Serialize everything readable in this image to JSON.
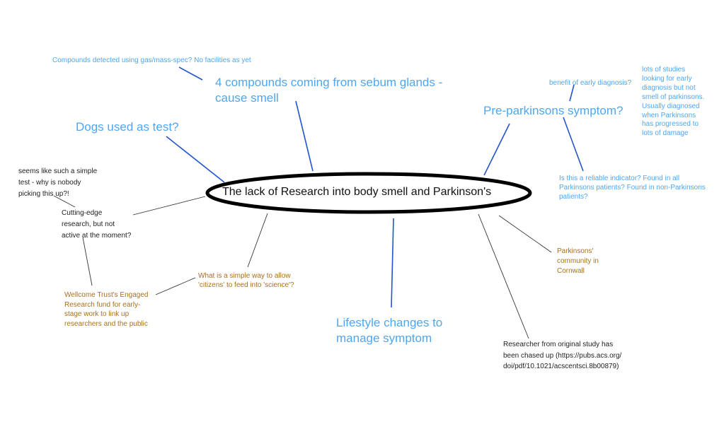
{
  "colors": {
    "node_blue": "#4fa6f2",
    "link_blue": "#2255cc",
    "brown": "#a8701c",
    "black": "#222222"
  },
  "central": "The lack of Research into body smell and Parkinson's",
  "nodes": {
    "compounds_detected": [
      "Compounds detected using gas/mass-spec? No facilities as yet"
    ],
    "four_compounds": [
      "4 compounds coming from sebum glands -",
      "cause smell"
    ],
    "dogs": [
      "Dogs used as test?"
    ],
    "simple_test": [
      "seems like such a simple",
      "test - why is nobody",
      "picking this up?!"
    ],
    "cutting_edge": [
      "Cutting-edge",
      "research, but not",
      "active at the moment?"
    ],
    "wellcome": [
      "Wellcome Trust's Engaged",
      "Research fund for early-",
      "stage work to link up",
      "researchers and the public"
    ],
    "citizens": [
      "What is a simple way to allow",
      "'citizens' to feed into 'science'?"
    ],
    "lifestyle": [
      "Lifestyle changes to",
      "manage symptom"
    ],
    "researcher": [
      "Researcher from original study has",
      "been chased up (https://pubs.acs.org/",
      "doi/pdf/10.1021/acscentsci.8b00879)"
    ],
    "community": [
      "Parkinsons'",
      "community in",
      "Cornwall"
    ],
    "pre_parkinsons": [
      "Pre-parkinsons symptom?"
    ],
    "early_diagnosis": [
      "benefit of early diagnosis?"
    ],
    "reliable": [
      "Is this a reliable indicator? Found in all",
      "Parkinsons patients? Found in non-Parkinsons",
      "patients?"
    ],
    "lots_of_studies": [
      "lots of studies",
      "looking for early",
      "diagnosis but not",
      "smell of parkinsons.",
      "Usually diagnosed",
      "when Parkinsons",
      "has progressed to",
      "lots of damage"
    ]
  }
}
